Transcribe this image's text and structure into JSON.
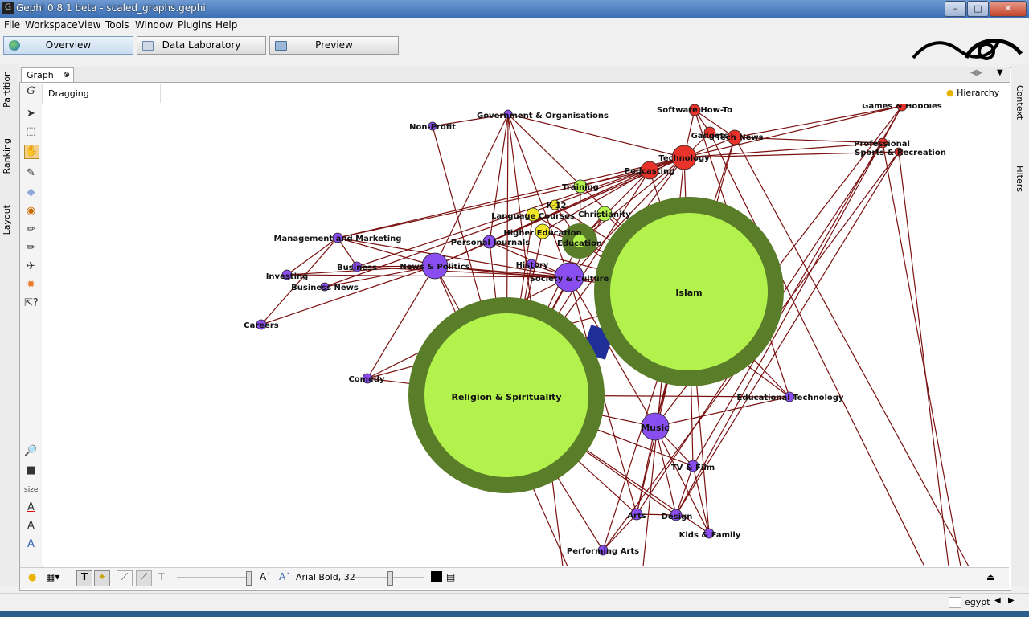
{
  "window": {
    "title": "Gephi 0.8.1 beta - scaled_graphs.gephi"
  },
  "menu": [
    {
      "label": "File"
    },
    {
      "label": "Workspace"
    },
    {
      "label": "View"
    },
    {
      "label": "Tools"
    },
    {
      "label": "Window"
    },
    {
      "label": "Plugins"
    },
    {
      "label": "Help"
    }
  ],
  "workspace_tabs": {
    "overview": "Overview",
    "data_lab": "Data Laboratory",
    "preview": "Preview"
  },
  "side_tabs_left": {
    "partition": "Partition",
    "ranking": "Ranking",
    "layout": "Layout"
  },
  "side_tabs_right": {
    "context": "Context",
    "filters": "Filters"
  },
  "graph": {
    "tab_label": "Graph",
    "mode_status": "Dragging",
    "hierarchy_label": "Hierarchy",
    "size_label": "size",
    "font_label": "Arial Bold, 32"
  },
  "status": {
    "workspace_name": "egypt"
  },
  "colors": {
    "purple": "#8a4df0",
    "red": "#e8332a",
    "lime": "#b3f24d",
    "yellow": "#f1e52a",
    "ring": "#5a7d2a",
    "edge": "#7a1010",
    "blue": "#1f2f9a"
  },
  "nodes": [
    {
      "id": "gov",
      "label": "Government & Organisations",
      "color": "purple"
    },
    {
      "id": "nonprofit",
      "label": "Non-Profit",
      "color": "purple"
    },
    {
      "id": "software",
      "label": "Software How-To",
      "color": "red"
    },
    {
      "id": "games",
      "label": "Games & Hobbies",
      "color": "red"
    },
    {
      "id": "gadgets",
      "label": "Gadgets",
      "color": "red"
    },
    {
      "id": "technews",
      "label": "Tech News",
      "color": "red"
    },
    {
      "id": "technology",
      "label": "Technology",
      "color": "red"
    },
    {
      "id": "podcasting",
      "label": "Podcasting",
      "color": "red"
    },
    {
      "id": "professional",
      "label": "Professional",
      "color": "red"
    },
    {
      "id": "sports",
      "label": "Sports & Recreation",
      "color": "red"
    },
    {
      "id": "training",
      "label": "Training",
      "color": "lime"
    },
    {
      "id": "k12",
      "label": "K-12",
      "color": "yellow"
    },
    {
      "id": "language",
      "label": "Language Courses",
      "color": "yellow"
    },
    {
      "id": "christianity",
      "label": "Christianity",
      "color": "lime"
    },
    {
      "id": "higher",
      "label": "Higher Education",
      "color": "yellow"
    },
    {
      "id": "education",
      "label": "Education",
      "color": "lime"
    },
    {
      "id": "management",
      "label": "Management and Marketing",
      "color": "purple"
    },
    {
      "id": "personal",
      "label": "Personal Journals",
      "color": "purple"
    },
    {
      "id": "business",
      "label": "Business",
      "color": "purple"
    },
    {
      "id": "news",
      "label": "News & Politics",
      "color": "purple"
    },
    {
      "id": "history",
      "label": "History",
      "color": "purple"
    },
    {
      "id": "society",
      "label": "Society & Culture",
      "color": "purple"
    },
    {
      "id": "investing",
      "label": "Investing",
      "color": "purple"
    },
    {
      "id": "businessnews",
      "label": "Business News",
      "color": "purple"
    },
    {
      "id": "careers",
      "label": "Careers",
      "color": "purple"
    },
    {
      "id": "islam",
      "label": "Islam",
      "color": "lime"
    },
    {
      "id": "comedy",
      "label": "Comedy",
      "color": "purple"
    },
    {
      "id": "religion",
      "label": "Religion & Spirituality",
      "color": "lime"
    },
    {
      "id": "edtech",
      "label": "Educational Technology",
      "color": "purple"
    },
    {
      "id": "music",
      "label": "Music",
      "color": "purple"
    },
    {
      "id": "tvfilm",
      "label": "TV & Film",
      "color": "purple"
    },
    {
      "id": "arts",
      "label": "Arts",
      "color": "purple"
    },
    {
      "id": "design",
      "label": "Design",
      "color": "purple"
    },
    {
      "id": "kids",
      "label": "Kids & Family",
      "color": "purple"
    },
    {
      "id": "performing",
      "label": "Performing Arts",
      "color": "purple"
    }
  ]
}
